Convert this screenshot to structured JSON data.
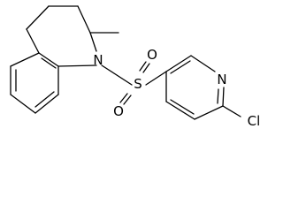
{
  "molecule": {
    "atoms": {
      "nitrogen": "N",
      "sulfur": "S",
      "oxygen_top": "O",
      "oxygen_bottom": "O",
      "pyridine_nitrogen": "N",
      "chlorine": "Cl"
    },
    "colors": {
      "bond": "#000000",
      "label": "#000000",
      "background": "#ffffff"
    }
  }
}
